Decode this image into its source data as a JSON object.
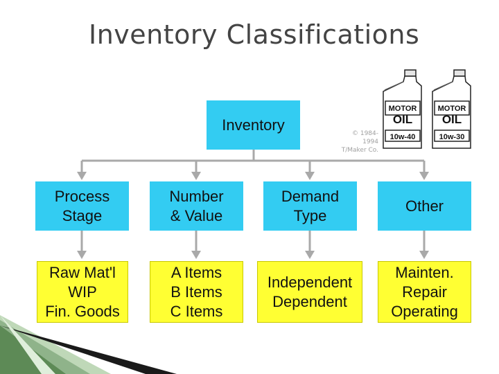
{
  "title": "Inventory Classifications",
  "root": {
    "label": "Inventory"
  },
  "copyright": [
    "© 1984-",
    "1994",
    "T/Maker Co."
  ],
  "categories": [
    {
      "label": "Process\nStage",
      "items": "Raw Mat'l\nWIP\nFin. Goods"
    },
    {
      "label": "Number\n& Value",
      "items": "A Items\nB Items\nC Items"
    },
    {
      "label": "Demand\nType",
      "items": "Independent\nDependent"
    },
    {
      "label": "Other",
      "items": "Mainten.\nRepair\nOperating"
    }
  ],
  "clipart": {
    "bottle_left": {
      "line1": "MOTOR",
      "line2": "OIL",
      "grade": "10w-40"
    },
    "bottle_right": {
      "line1": "MOTOR",
      "line2": "OIL",
      "grade": "10w-30"
    }
  },
  "colors": {
    "category_fill": "#33ccf2",
    "item_fill": "#ffff33",
    "connector": "#a9a9a9"
  }
}
